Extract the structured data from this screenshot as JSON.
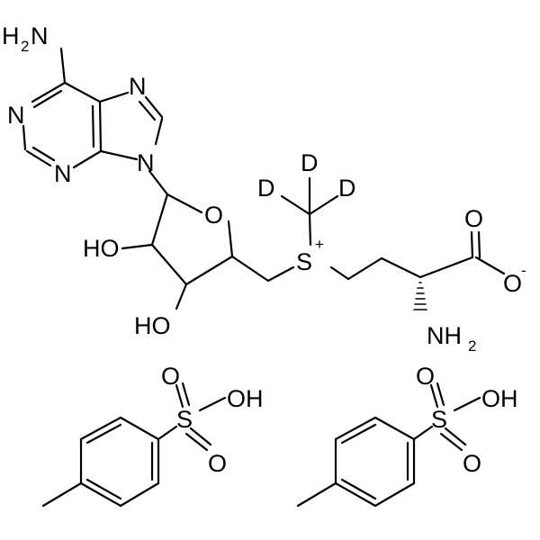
{
  "molecule": {
    "adenine": {
      "amine": "H",
      "amine_sub": "2",
      "amine_n": "N",
      "n1": "N",
      "n3": "N",
      "n7": "N",
      "n9": "N"
    },
    "ribose": {
      "ring_o": "O",
      "oh2": "HO",
      "oh3": "HO"
    },
    "sulfonium": {
      "s": "S",
      "charge": "+",
      "d1": "D",
      "d2": "D",
      "d3": "D"
    },
    "amino_acid": {
      "carbonyl_o": "O",
      "carboxylate_o": "O",
      "carboxylate_charge": "-",
      "amine_n": "NH",
      "amine_sub": "2"
    }
  },
  "counterions": [
    {
      "s": "S",
      "o1": "O",
      "o2": "O",
      "oh": "OH"
    },
    {
      "s": "S",
      "o1": "O",
      "o2": "O",
      "oh": "OH"
    }
  ]
}
